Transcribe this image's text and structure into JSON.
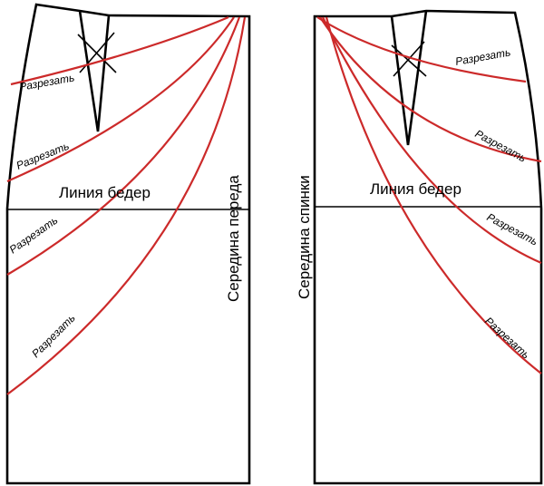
{
  "front": {
    "hip_line_label": "Линия бедер",
    "center_label": "Середина переда",
    "cut_labels": [
      "Разрезать",
      "Разрезать",
      "Разрезать",
      "Разрезать"
    ]
  },
  "back": {
    "hip_line_label": "Линия бедер",
    "center_label": "Середина спинки",
    "cut_labels": [
      "Разрезать",
      "Разрезать",
      "Разрезать",
      "Разрезать"
    ]
  },
  "colors": {
    "outline": "#000000",
    "cut_line": "#cc2a2a",
    "background": "#ffffff"
  }
}
